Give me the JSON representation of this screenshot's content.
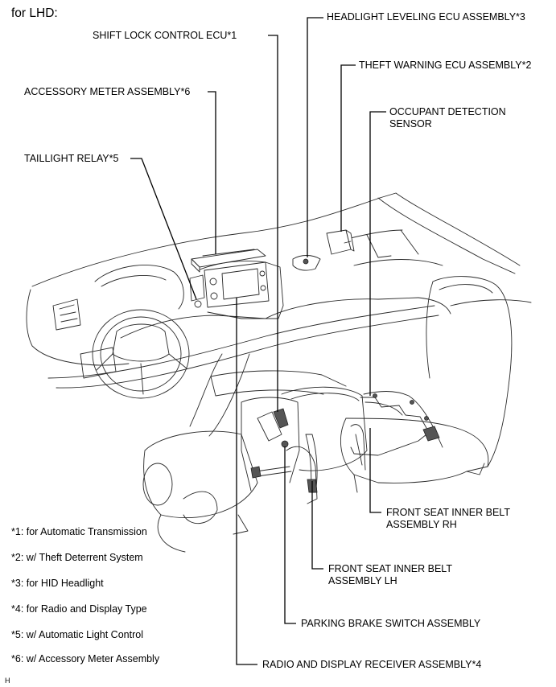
{
  "heading": "for LHD:",
  "figure_code": "H",
  "labels": {
    "headlight_leveling_ecu": "HEADLIGHT LEVELING ECU ASSEMBLY*3",
    "shift_lock_control_ecu": "SHIFT LOCK CONTROL ECU*1",
    "theft_warning_ecu": "THEFT WARNING ECU ASSEMBLY*2",
    "occupant_detection_sensor": "OCCUPANT DETECTION SENSOR",
    "accessory_meter": "ACCESSORY METER ASSEMBLY*6",
    "taillight_relay": "TAILLIGHT RELAY*5",
    "front_seat_inner_belt_rh": "FRONT SEAT INNER BELT ASSEMBLY RH",
    "front_seat_inner_belt_lh": "FRONT SEAT INNER BELT ASSEMBLY LH",
    "parking_brake_switch": "PARKING BRAKE SWITCH ASSEMBLY",
    "radio_display_receiver": "RADIO AND DISPLAY RECEIVER ASSEMBLY*4"
  },
  "notes": [
    "*1: for Automatic Transmission",
    "*2: w/ Theft Deterrent System",
    "*3: for HID Headlight",
    "*4: for Radio and Display Type",
    "*5: w/ Automatic Light Control",
    "*6: w/ Accessory Meter Assembly"
  ]
}
